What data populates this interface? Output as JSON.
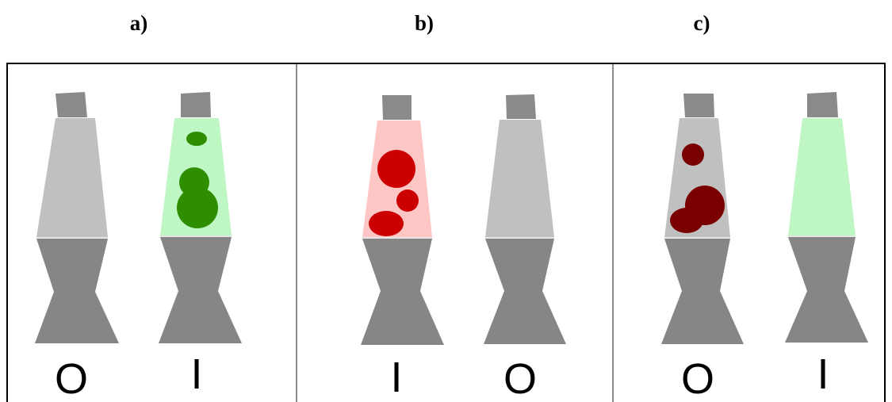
{
  "panels": [
    {
      "title": "a)",
      "lamps": [
        {
          "label": "O",
          "state": "off",
          "liquid_color": "#c0c0c0",
          "blob_color": null
        },
        {
          "label": "I",
          "state": "on",
          "liquid_color": "#bff7c4",
          "blob_color": "#2e8e00"
        }
      ]
    },
    {
      "title": "b)",
      "lamps": [
        {
          "label": "I",
          "state": "on",
          "liquid_color": "#ffc6c6",
          "blob_color": "#cc0000"
        },
        {
          "label": "O",
          "state": "off",
          "liquid_color": "#c0c0c0",
          "blob_color": null
        }
      ]
    },
    {
      "title": "c)",
      "lamps": [
        {
          "label": "O",
          "state": "off",
          "liquid_color": "#c0c0c0",
          "blob_color": "#7a0000"
        },
        {
          "label": "I",
          "state": "on",
          "liquid_color": "#bff7c4",
          "blob_color": null
        }
      ]
    }
  ],
  "colors": {
    "cap": "#8a8a8a",
    "base": "#868686",
    "frame": "#000000",
    "divider": "#8c8c8c"
  }
}
